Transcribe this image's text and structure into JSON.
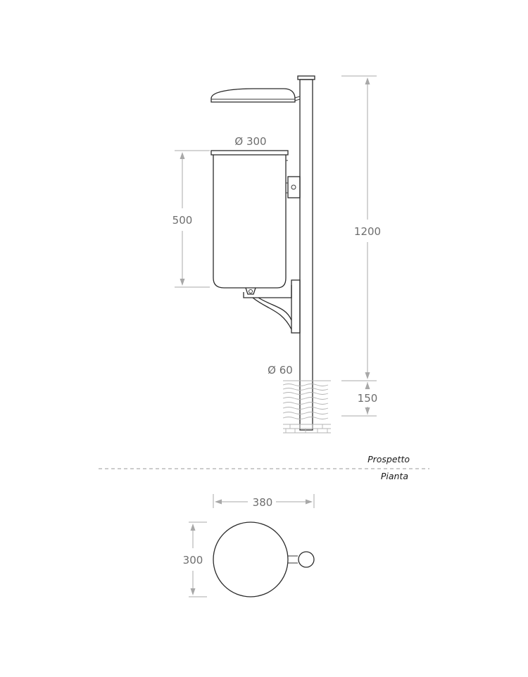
{
  "elevation": {
    "dimensions": {
      "bin_diameter": "Ø 300",
      "bin_height": "500",
      "pole_height": "1200",
      "pole_diameter": "Ø 60",
      "embed_depth": "150"
    }
  },
  "labels": {
    "elevation_view": "Prospetto",
    "plan_view": "Pianta"
  },
  "plan": {
    "dimensions": {
      "overall_width": "380",
      "bin_diameter": "300"
    }
  }
}
